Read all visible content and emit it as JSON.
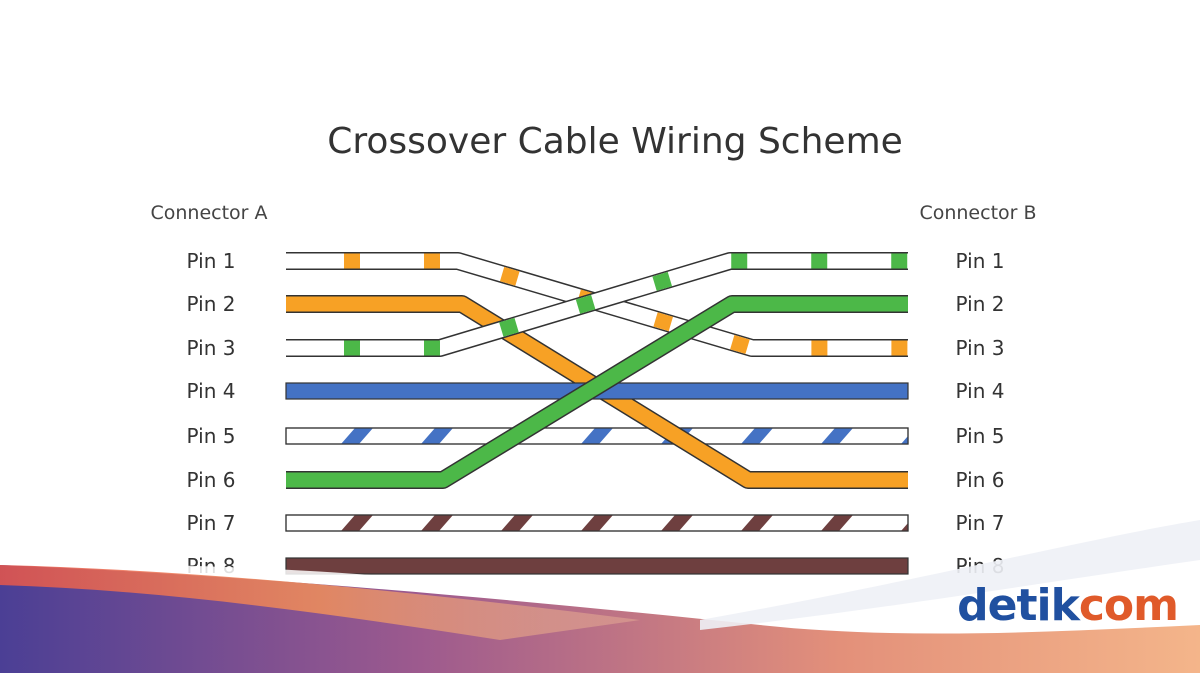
{
  "diagram": {
    "title": "Crossover Cable Wiring Scheme",
    "connector_a": "Connector A",
    "connector_b": "Connector B"
  },
  "pins": [
    {
      "label": "Pin 1",
      "left_label": "Pin 1",
      "right_label": "Pin 1",
      "left_color": "orange",
      "left_striped": true,
      "right_color": "green",
      "right_striped": true
    },
    {
      "label": "Pin 2",
      "left_label": "Pin 2",
      "right_label": "Pin 2",
      "left_color": "orange",
      "left_striped": false,
      "right_color": "green",
      "right_striped": false
    },
    {
      "label": "Pin 3",
      "left_label": "Pin 3",
      "right_label": "Pin 3",
      "left_color": "green",
      "left_striped": true,
      "right_color": "orange",
      "right_striped": true
    },
    {
      "label": "Pin 4",
      "left_label": "Pin 4",
      "right_label": "Pin 4",
      "left_color": "blue",
      "left_striped": false,
      "right_color": "blue",
      "right_striped": false
    },
    {
      "label": "Pin 5",
      "left_label": "Pin 5",
      "right_label": "Pin 5",
      "left_color": "blue",
      "left_striped": true,
      "right_color": "blue",
      "right_striped": true
    },
    {
      "label": "Pin 6",
      "left_label": "Pin 6",
      "right_label": "Pin 6",
      "left_color": "green",
      "left_striped": false,
      "right_color": "orange",
      "right_striped": false
    },
    {
      "label": "Pin 7",
      "left_label": "Pin 7",
      "right_label": "Pin 7",
      "left_color": "brown",
      "left_striped": true,
      "right_color": "brown",
      "right_striped": true
    },
    {
      "label": "Pin 8",
      "left_label": "Pin 8",
      "right_label": "Pin 8",
      "left_color": "brown",
      "left_striped": false,
      "right_color": "brown",
      "right_striped": false
    }
  ],
  "wire_colors": {
    "orange": "#f7a125",
    "green": "#4cb848",
    "blue": "#4472c4",
    "brown": "#6e3f3f",
    "outline": "#333333"
  },
  "logo": {
    "text_a": "detik",
    "text_b": "com",
    "color_a": "#2050a0",
    "color_b": "#e05a2a"
  }
}
